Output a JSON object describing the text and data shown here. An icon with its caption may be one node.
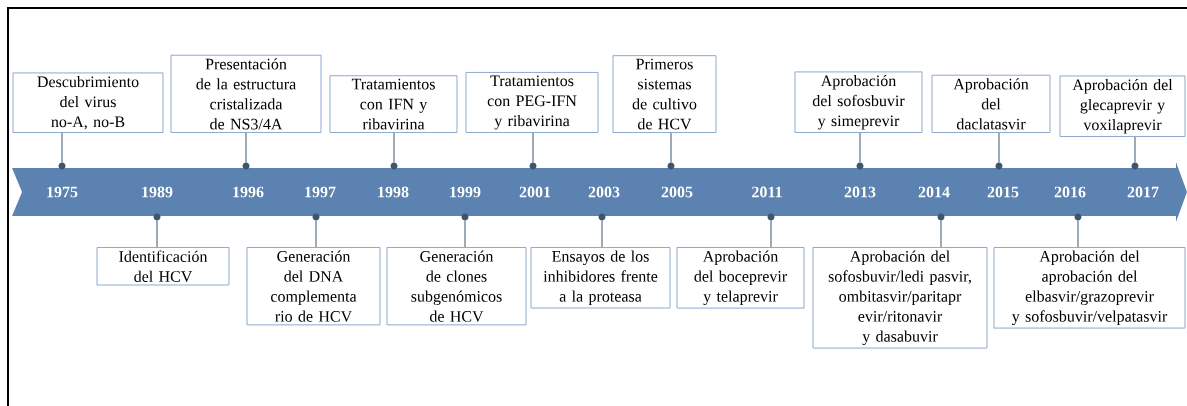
{
  "diagram": {
    "nodes": [
      {
        "text": [
          "Descubrimiento del virus no-A, no-B"
        ]
      },
      {
        "text": [
          "Identificación del HCV"
        ]
      },
      {
        "text": [
          "Presentación de la estructura cristalizada de NS3/4A"
        ]
      },
      {
        "text": [
          "Generación del DNA complementa rio de HCV"
        ]
      },
      {
        "text": [
          "Tratamientos con IFN y ribavirina"
        ]
      },
      {
        "text": [
          "Generación de clones subgenómicos de HCV"
        ]
      },
      {
        "text": [
          "Tratamientos con PEG-IFN y ribavirina"
        ]
      },
      {
        "text": [
          "Ensayos de los inhibidores frente a la proteasa"
        ]
      },
      {
        "text": [
          "Primeros sistemas de cultivo de HCV"
        ]
      },
      {
        "text": [
          "Aprobación del boceprevir y telaprevir"
        ]
      },
      {
        "text": [
          "Aprobación del sofosbuvir y simeprevir"
        ]
      },
      {
        "text": [
          "Aprobación del sofosbuvir/ledi pasvir, ombitasvir/paritapr evir/ritonavir y dasabuvir"
        ]
      },
      {
        "text": [
          "Aprobación del daclatasvir"
        ]
      },
      {
        "text": [
          "Aprobación del aprobación del elbasvir/grazoprevir y sofosbuvir/velpatasvir"
        ]
      },
      {
        "text": [
          "Aprobación del glecaprevir y voxilaprevir"
        ]
      },
      {
        "text": [],
        "shape": "circle"
      },
      {
        "text": [],
        "shape": "circle"
      },
      {
        "text": [],
        "shape": "circle"
      },
      {
        "text": [],
        "shape": "circle"
      },
      {
        "text": [],
        "shape": "circle"
      },
      {
        "text": [],
        "shape": "circle"
      },
      {
        "text": [],
        "shape": "circle"
      },
      {
        "text": [],
        "shape": "circle"
      },
      {
        "text": [],
        "shape": "circle"
      },
      {
        "text": [],
        "shape": "circle"
      },
      {
        "text": [],
        "shape": "circle"
      },
      {
        "text": [],
        "shape": "circle"
      },
      {
        "text": [],
        "shape": "circle"
      },
      {
        "text": [],
        "shape": "circle"
      },
      {
        "text": [],
        "shape": "circle"
      }
    ],
    "edges": [
      {
        "from": 0,
        "to": 15,
        "arrow": "none"
      },
      {
        "from": 1,
        "to": 16,
        "arrow": "none"
      },
      {
        "from": 2,
        "to": 17,
        "arrow": "none"
      },
      {
        "from": 3,
        "to": 18,
        "arrow": "none"
      },
      {
        "from": 4,
        "to": 19,
        "arrow": "none"
      },
      {
        "from": 5,
        "to": 20,
        "arrow": "none"
      },
      {
        "from": 6,
        "to": 21,
        "arrow": "none"
      },
      {
        "from": 7,
        "to": 22,
        "arrow": "none"
      },
      {
        "from": 8,
        "to": 23,
        "arrow": "none"
      },
      {
        "from": 9,
        "to": 24,
        "arrow": "none"
      },
      {
        "from": 10,
        "to": 25,
        "arrow": "none"
      },
      {
        "from": 11,
        "to": 26,
        "arrow": "none"
      },
      {
        "from": 12,
        "to": 27,
        "arrow": "none"
      },
      {
        "from": 13,
        "to": 28,
        "arrow": "none"
      },
      {
        "from": 14,
        "to": 29,
        "arrow": "none"
      }
    ],
    "labels": [
      "1975",
      "1989",
      "1996",
      "1997",
      "1998",
      "1999",
      "2001",
      "2003",
      "2005",
      "2011",
      "2013",
      "2014",
      "2015",
      "2016",
      "2017"
    ]
  }
}
